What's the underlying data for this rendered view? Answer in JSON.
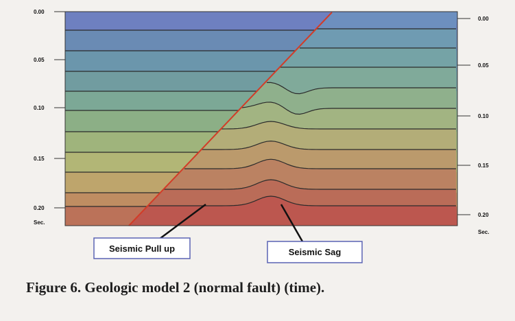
{
  "diagram": {
    "left_axis": {
      "ticks": [
        "0.00",
        "0.05",
        "0.10",
        "0.15",
        "0.20"
      ],
      "unit": "Sec."
    },
    "right_axis": {
      "ticks": [
        "0.00",
        "0.05",
        "0.10",
        "0.15",
        "0.20"
      ],
      "unit": "Sec."
    },
    "callouts": {
      "pull_up": "Seismic Pull up",
      "sag": "Seismic Sag"
    },
    "colors": {
      "fault": "#d23c28",
      "horizon": "#2b2b2b",
      "callout_border": "#5a63b4",
      "layers": [
        "#6e80c0",
        "#6a8bb4",
        "#6b96ac",
        "#719ca0",
        "#7ca896",
        "#8caf86",
        "#9fb47c",
        "#b2b676",
        "#bea56c",
        "#bf8d62",
        "#bb7259",
        "#bd4f4d"
      ]
    }
  },
  "caption": "Figure 6. Geologic model 2 (normal fault) (time)."
}
